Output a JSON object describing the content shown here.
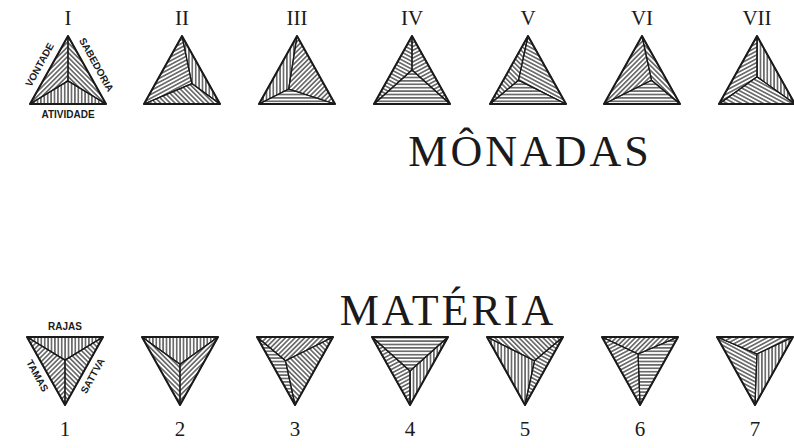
{
  "diagram": {
    "nodes": [
      {
        "text": [
          "I",
          "VONTADE",
          "SABEDORIA",
          "ATIVIDADE"
        ]
      },
      {
        "text": [
          "II"
        ]
      },
      {
        "text": [
          "III"
        ]
      },
      {
        "text": [
          "IV"
        ]
      },
      {
        "text": [
          "V"
        ]
      },
      {
        "text": [
          "VI"
        ]
      },
      {
        "text": [
          "VII"
        ]
      },
      {
        "text": [
          "1",
          "RAJAS",
          "TAMAS",
          "SATTVA"
        ]
      },
      {
        "text": [
          "2"
        ]
      },
      {
        "text": [
          "3"
        ]
      },
      {
        "text": [
          "4"
        ]
      },
      {
        "text": [
          "5"
        ]
      },
      {
        "text": [
          "6"
        ]
      },
      {
        "text": [
          "7"
        ]
      }
    ],
    "labels": [
      "MÔNADAS",
      "MATÉRIA"
    ]
  }
}
